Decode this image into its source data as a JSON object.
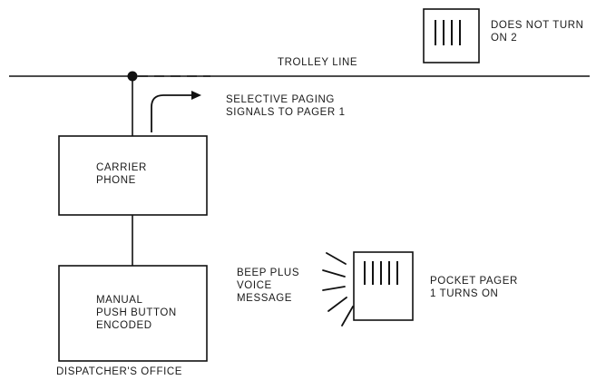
{
  "trolley_line": {
    "label": "TROLLEY LINE"
  },
  "pager_2": {
    "label": "DOES NOT TURN\nON 2"
  },
  "signal_arrow": {
    "label": "SELECTIVE PAGING\nSIGNALS TO PAGER 1"
  },
  "carrier_phone": {
    "label": "CARRIER\nPHONE"
  },
  "encoder": {
    "label": "MANUAL\nPUSH BUTTON\nENCODED"
  },
  "dispatcher": {
    "label": "DISPATCHER'S OFFICE"
  },
  "audio": {
    "label": "BEEP PLUS\nVOICE\nMESSAGE"
  },
  "pager_1": {
    "label": "POCKET PAGER\n1 TURNS ON"
  }
}
